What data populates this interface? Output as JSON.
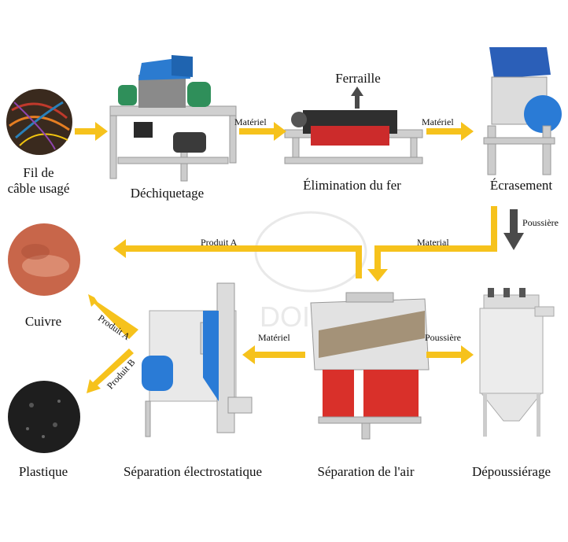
{
  "colors": {
    "arrow": "#f6c21c",
    "dust_arrow": "#4a4a4a",
    "copper": "#c8664a",
    "frame": "#d8d8d8",
    "blue": "#2a7bd6",
    "red": "#d9302a",
    "green": "#2f8f5a"
  },
  "nodes": {
    "waste_cable": "Fil de\ncâble usagé",
    "shredding": "Déchiquetage",
    "iron_removal": "Élimination du fer",
    "scrap_iron": "Ferraille",
    "crushing": "Écrasement",
    "dust_removal": "Dépoussiérage",
    "air_separation": "Séparation de l'air",
    "electrostatic": "Séparation électrostatique",
    "copper": "Cuivre",
    "plastic": "Plastique"
  },
  "edges": {
    "material_1": "Matériel",
    "material_2": "Matériel",
    "dust_1": "Poussière",
    "product_a_top": "Produit A",
    "material_en": "Material",
    "material_3": "Matériel",
    "dust_2": "Poussière",
    "product_a_diag": "Produit A",
    "product_b_diag": "Produit B"
  },
  "watermark": "DOING"
}
